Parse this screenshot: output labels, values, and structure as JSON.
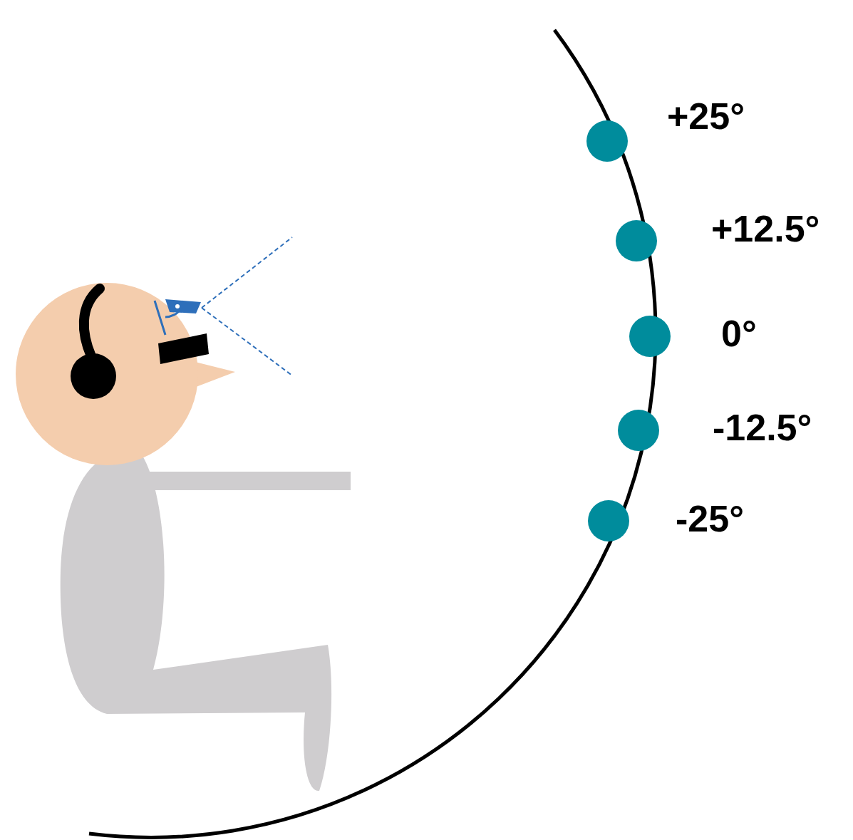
{
  "diagram": {
    "labels": [
      "+25°",
      "+12.5°",
      "0°",
      "-12.5°",
      "-25°"
    ]
  }
}
